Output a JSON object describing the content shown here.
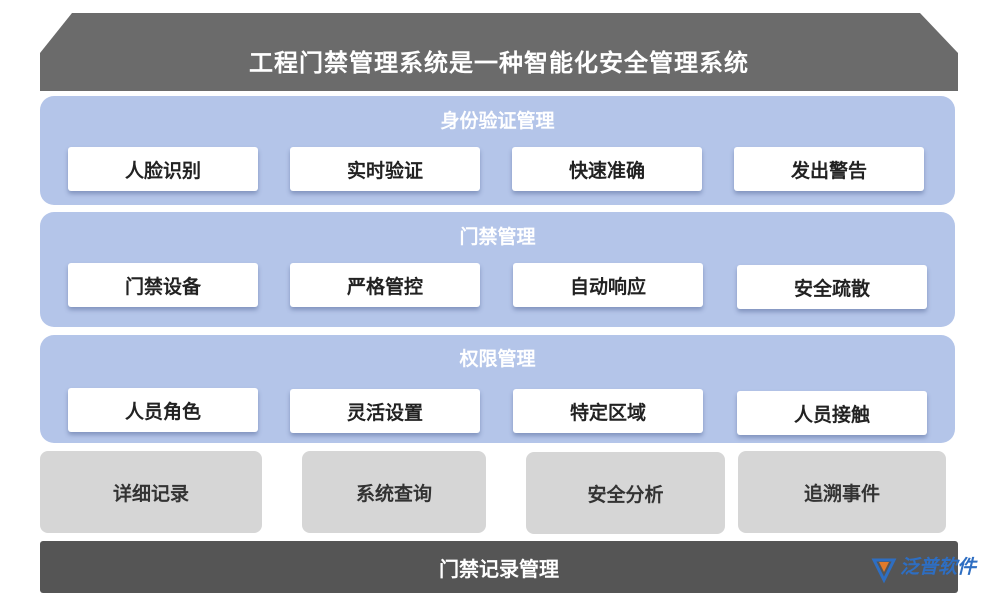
{
  "title": "工程门禁管理系统是一种智能化安全管理系统",
  "sections": [
    {
      "title": "身份验证管理",
      "items": [
        "人脸识别",
        "实时验证",
        "快速准确",
        "发出警告"
      ]
    },
    {
      "title": "门禁管理",
      "items": [
        "门禁设备",
        "严格管控",
        "自动响应",
        "安全疏散"
      ]
    },
    {
      "title": "权限管理",
      "items": [
        "人员角色",
        "灵活设置",
        "特定区域",
        "人员接触"
      ]
    }
  ],
  "records": [
    "详细记录",
    "系统查询",
    "安全分析",
    "追溯事件"
  ],
  "footer": "门禁记录管理",
  "logo": {
    "text": "泛普软件"
  },
  "colors": {
    "banner": "#6b6b6b",
    "section_bg": "#b4c5e9",
    "record_bg": "#d6d6d6",
    "footer_bg": "#555555",
    "logo": "#2e6ec2"
  }
}
